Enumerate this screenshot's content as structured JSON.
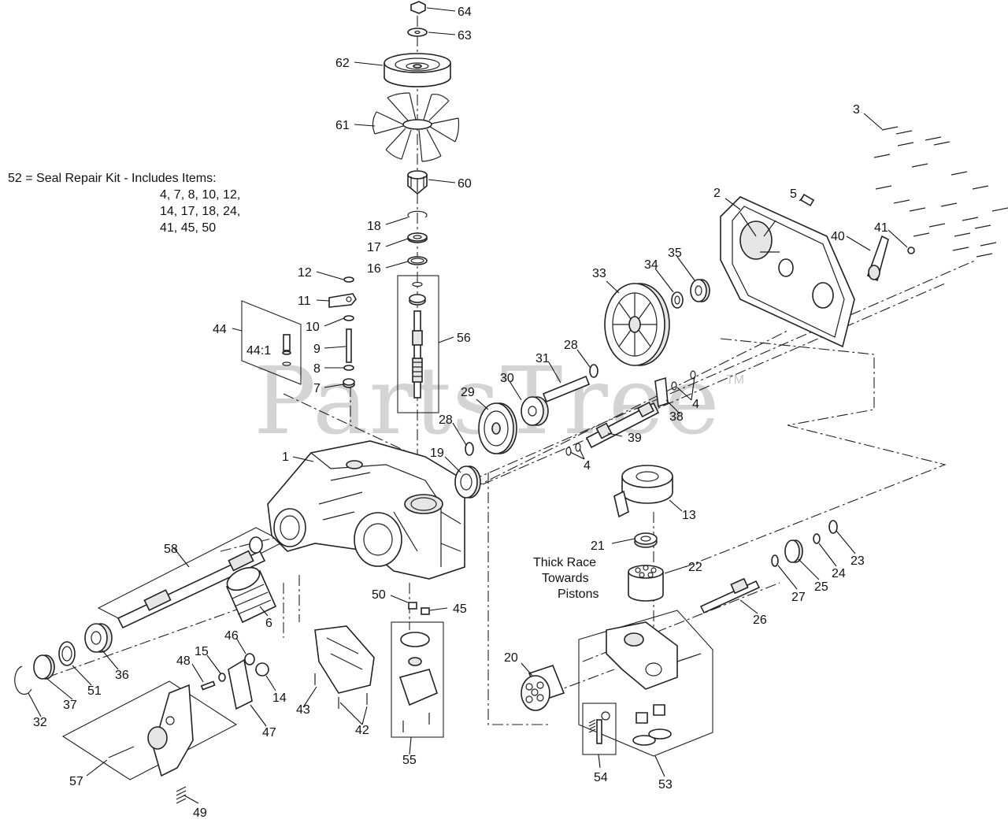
{
  "kit_note": {
    "line1": "52  = Seal Repair Kit - Includes Items:",
    "line2": "4, 7, 8, 10, 12,",
    "line3": "14, 17, 18, 24,",
    "line4": "41, 45, 50"
  },
  "race_note": {
    "line1": "Thick Race",
    "line2": "Towards",
    "line3": "Pistons"
  },
  "watermark": {
    "text": "PartsTree",
    "tm": "TM"
  },
  "callouts": {
    "p1": "1",
    "p2": "2",
    "p3": "3",
    "p4a": "4",
    "p4b": "4",
    "p5": "5",
    "p6": "6",
    "p7": "7",
    "p8": "8",
    "p9": "9",
    "p10": "10",
    "p11": "11",
    "p12": "12",
    "p13": "13",
    "p14": "14",
    "p15": "15",
    "p16": "16",
    "p17": "17",
    "p18": "18",
    "p19": "19",
    "p20": "20",
    "p21": "21",
    "p22": "22",
    "p23": "23",
    "p24": "24",
    "p25": "25",
    "p26": "26",
    "p27": "27",
    "p28a": "28",
    "p28b": "28",
    "p29": "29",
    "p30": "30",
    "p31": "31",
    "p32": "32",
    "p33": "33",
    "p34": "34",
    "p35": "35",
    "p36": "36",
    "p37": "37",
    "p38": "38",
    "p39": "39",
    "p40": "40",
    "p41": "41",
    "p42": "42",
    "p43": "43",
    "p44": "44",
    "p44_1": "44:1",
    "p45": "45",
    "p46": "46",
    "p47": "47",
    "p48": "48",
    "p49": "49",
    "p50": "50",
    "p51": "51",
    "p53": "53",
    "p54": "54",
    "p55": "55",
    "p56": "56",
    "p57": "57",
    "p58": "58",
    "p60": "60",
    "p61": "61",
    "p62": "62",
    "p63": "63",
    "p64": "64"
  }
}
